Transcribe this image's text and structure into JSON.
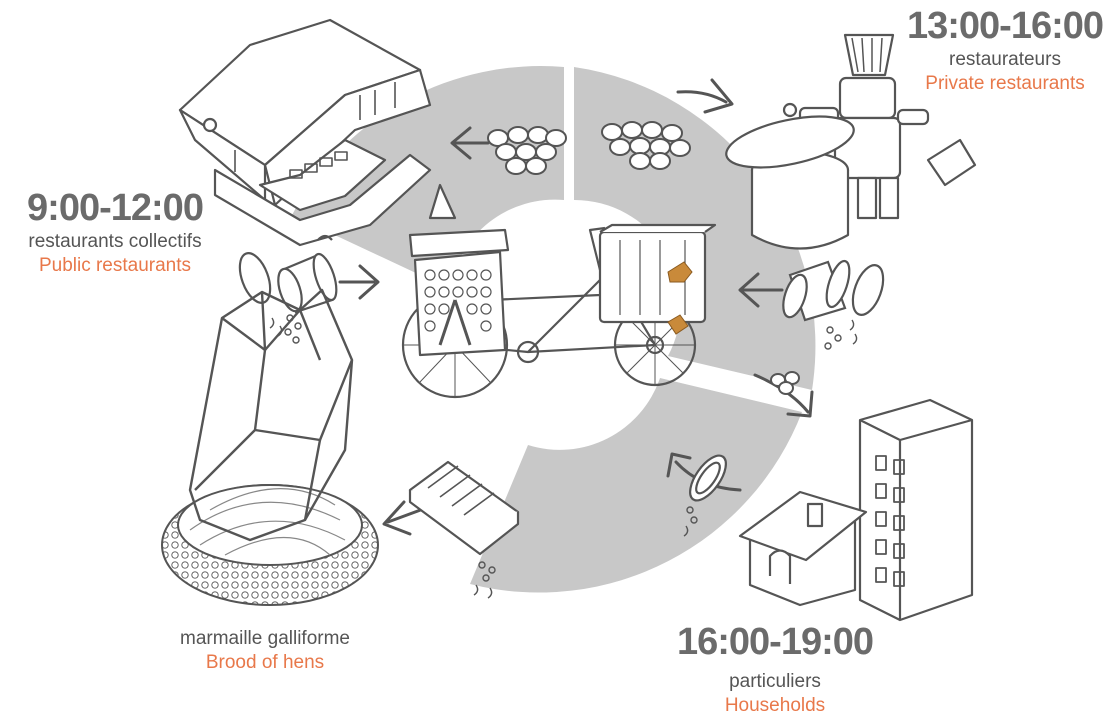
{
  "colors": {
    "accent": "#e8784a",
    "ring": "#c8c8c8",
    "line": "#555555",
    "time_text": "#6b6b6b",
    "hen": "#c98a3a"
  },
  "stations": [
    {
      "id": "public",
      "time": "9:00-12:00",
      "label_fr": "restaurants collectifs",
      "label_en": "Public restaurants",
      "icon": "school-building-icon"
    },
    {
      "id": "private",
      "time": "13:00-16:00",
      "label_fr": "restaurateurs",
      "label_en": "Private restaurants",
      "icon": "chef-robot-pot-icon"
    },
    {
      "id": "households",
      "time": "16:00-19:00",
      "label_fr": "particuliers",
      "label_en": "Households",
      "icon": "house-apartment-icon"
    },
    {
      "id": "hens",
      "time": "",
      "label_fr": "marmaille galliforme",
      "label_en": "Brood of hens",
      "icon": "origami-hen-nest-icon"
    }
  ],
  "center_icon": "cargo-tricycle-icon"
}
